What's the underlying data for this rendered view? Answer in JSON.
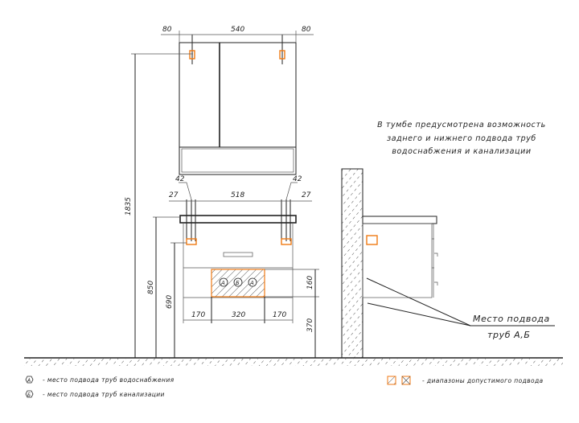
{
  "dimensions": {
    "mirror_left": "80",
    "mirror_mid": "540",
    "mirror_right": "80",
    "total_height": "1835",
    "vanity_left_42": "42",
    "vanity_right_42": "42",
    "vanity_left_27": "27",
    "vanity_mid": "518",
    "vanity_right_27": "27",
    "height_850": "850",
    "height_690": "690",
    "zone_height": "160",
    "zone_floor": "370",
    "bottom_left": "170",
    "bottom_mid": "320",
    "bottom_right": "170"
  },
  "markers": {
    "a": "А",
    "b": "Б"
  },
  "note": {
    "line1": "В тумбе предусмотрена возможность",
    "line2": "заднего и нижнего подвода труб",
    "line3": "водоснабжения и канализации"
  },
  "callout": {
    "line1": "Место подвода",
    "line2": "труб А,Б"
  },
  "legend": {
    "a_symbol": "А",
    "a_text": "- место подвода труб водоснабжения",
    "b_symbol": "Б",
    "b_text": "- место подвода труб канализации",
    "range_text": "- диапазоны допустимого подвода"
  },
  "colors": {
    "accent": "#f07a14",
    "line": "#222222"
  }
}
